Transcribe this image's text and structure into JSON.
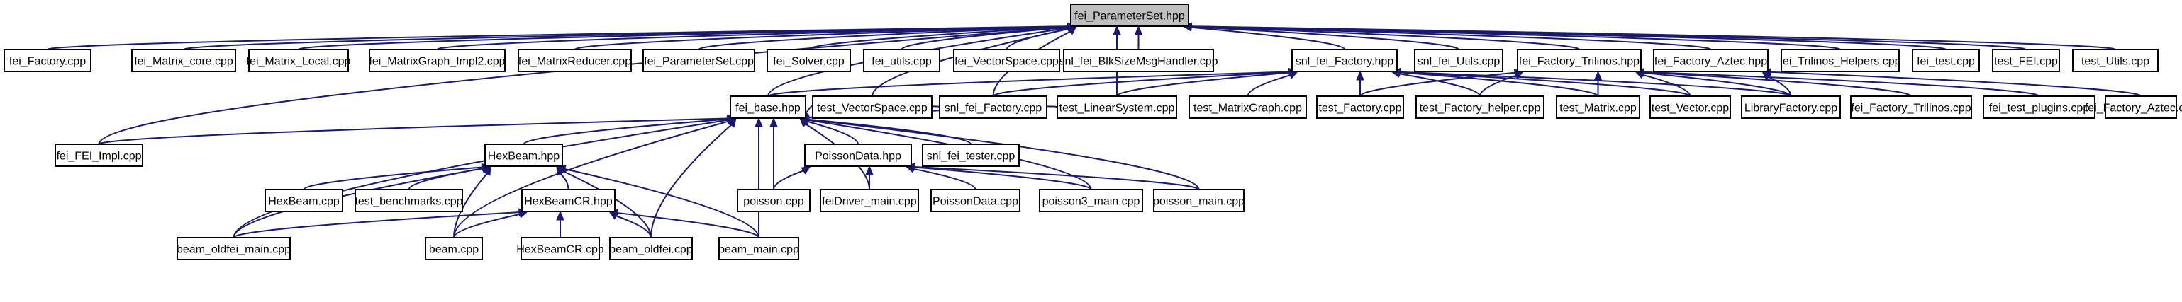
{
  "diagram": {
    "type": "include-dependency-graph",
    "colors": {
      "edge": "#191970",
      "root_fill": "#bfbfbf",
      "node_fill": "#ffffff",
      "node_border": "#000000",
      "text": "#000000"
    },
    "nodes": [
      {
        "id": "root",
        "label": "fei_ParameterSet.hpp",
        "root": true
      },
      {
        "id": "fei_factory_cpp",
        "label": "fei_Factory.cpp"
      },
      {
        "id": "matrix_core",
        "label": "fei_Matrix_core.cpp"
      },
      {
        "id": "matrix_local",
        "label": "fei_Matrix_Local.cpp"
      },
      {
        "id": "matrixgraph_impl2",
        "label": "fei_MatrixGraph_Impl2.cpp"
      },
      {
        "id": "matrixreducer",
        "label": "fei_MatrixReducer.cpp"
      },
      {
        "id": "parameterset_cpp",
        "label": "fei_ParameterSet.cpp"
      },
      {
        "id": "solver",
        "label": "fei_Solver.cpp"
      },
      {
        "id": "utils",
        "label": "fei_utils.cpp"
      },
      {
        "id": "vectorspace",
        "label": "fei_VectorSpace.cpp"
      },
      {
        "id": "blksize",
        "label": "snl_fei_BlkSizeMsgHandler.cpp"
      },
      {
        "id": "snl_factory_hpp",
        "label": "snl_fei_Factory.hpp"
      },
      {
        "id": "snl_utils",
        "label": "snl_fei_Utils.cpp"
      },
      {
        "id": "trilinos_hpp",
        "label": "fei_Factory_Trilinos.hpp"
      },
      {
        "id": "aztec_hpp",
        "label": "fei_Factory_Aztec.hpp"
      },
      {
        "id": "trilinos_helpers",
        "label": "fei_Trilinos_Helpers.cpp"
      },
      {
        "id": "fei_test",
        "label": "fei_test.cpp"
      },
      {
        "id": "test_fei",
        "label": "test_FEI.cpp"
      },
      {
        "id": "test_utils",
        "label": "test_Utils.cpp"
      },
      {
        "id": "fei_base",
        "label": "fei_base.hpp"
      },
      {
        "id": "test_vectorspace",
        "label": "test_VectorSpace.cpp"
      },
      {
        "id": "snl_factory_cpp",
        "label": "snl_fei_Factory.cpp"
      },
      {
        "id": "test_linearsystem",
        "label": "test_LinearSystem.cpp"
      },
      {
        "id": "test_matrixgraph",
        "label": "test_MatrixGraph.cpp"
      },
      {
        "id": "test_factory",
        "label": "test_Factory.cpp"
      },
      {
        "id": "test_factory_helper",
        "label": "test_Factory_helper.cpp"
      },
      {
        "id": "test_matrix",
        "label": "test_Matrix.cpp"
      },
      {
        "id": "test_vector",
        "label": "test_Vector.cpp"
      },
      {
        "id": "libraryfactory",
        "label": "LibraryFactory.cpp"
      },
      {
        "id": "trilinos_cpp",
        "label": "fei_Factory_Trilinos.cpp"
      },
      {
        "id": "test_plugins",
        "label": "fei_test_plugins.cpp"
      },
      {
        "id": "aztec_cpp",
        "label": "fei_Factory_Aztec.cpp"
      },
      {
        "id": "fei_impl",
        "label": "fei_FEI_Impl.cpp"
      },
      {
        "id": "hexbeam_hpp",
        "label": "HexBeam.hpp"
      },
      {
        "id": "poissondata_hpp",
        "label": "PoissonData.hpp"
      },
      {
        "id": "snl_fei_tester",
        "label": "snl_fei_tester.cpp"
      },
      {
        "id": "hexbeam_cpp",
        "label": "HexBeam.cpp"
      },
      {
        "id": "test_benchmarks",
        "label": "test_benchmarks.cpp"
      },
      {
        "id": "poisson",
        "label": "poisson.cpp"
      },
      {
        "id": "feidriver",
        "label": "feiDriver_main.cpp"
      },
      {
        "id": "poissondata_cpp",
        "label": "PoissonData.cpp"
      },
      {
        "id": "poisson3",
        "label": "poisson3_main.cpp"
      },
      {
        "id": "poisson_main",
        "label": "poisson_main.cpp"
      },
      {
        "id": "hexbeamcr_hpp",
        "label": "HexBeamCR.hpp"
      },
      {
        "id": "beam_oldfei_main",
        "label": "beam_oldfei_main.cpp"
      },
      {
        "id": "beam",
        "label": "beam.cpp"
      },
      {
        "id": "hexbeamcr_cpp",
        "label": "HexBeamCR.cpp"
      },
      {
        "id": "beam_oldfei",
        "label": "beam_oldfei.cpp"
      },
      {
        "id": "beam_main",
        "label": "beam_main.cpp"
      }
    ],
    "edges": [
      [
        "fei_factory_cpp",
        "root"
      ],
      [
        "matrix_core",
        "root"
      ],
      [
        "matrix_local",
        "root"
      ],
      [
        "matrixgraph_impl2",
        "root"
      ],
      [
        "matrixreducer",
        "root"
      ],
      [
        "parameterset_cpp",
        "root"
      ],
      [
        "solver",
        "root"
      ],
      [
        "utils",
        "root"
      ],
      [
        "vectorspace",
        "root"
      ],
      [
        "blksize",
        "root"
      ],
      [
        "snl_factory_hpp",
        "root"
      ],
      [
        "snl_utils",
        "root"
      ],
      [
        "trilinos_hpp",
        "root"
      ],
      [
        "aztec_hpp",
        "root"
      ],
      [
        "trilinos_helpers",
        "root"
      ],
      [
        "fei_test",
        "root"
      ],
      [
        "test_fei",
        "root"
      ],
      [
        "test_utils",
        "root"
      ],
      [
        "fei_impl",
        "root"
      ],
      [
        "fei_base",
        "root"
      ],
      [
        "test_vectorspace",
        "root"
      ],
      [
        "snl_factory_cpp",
        "root"
      ],
      [
        "test_linearsystem",
        "root"
      ],
      [
        "fei_base",
        "snl_factory_hpp"
      ],
      [
        "snl_factory_cpp",
        "snl_factory_hpp"
      ],
      [
        "test_linearsystem",
        "snl_factory_hpp"
      ],
      [
        "test_matrixgraph",
        "snl_factory_hpp"
      ],
      [
        "test_factory",
        "snl_factory_hpp"
      ],
      [
        "test_factory_helper",
        "snl_factory_hpp"
      ],
      [
        "test_matrix",
        "snl_factory_hpp"
      ],
      [
        "test_vector",
        "snl_factory_hpp"
      ],
      [
        "libraryfactory",
        "snl_factory_hpp"
      ],
      [
        "test_factory",
        "trilinos_hpp"
      ],
      [
        "test_factory_helper",
        "trilinos_hpp"
      ],
      [
        "test_matrix",
        "trilinos_hpp"
      ],
      [
        "test_vector",
        "trilinos_hpp"
      ],
      [
        "libraryfactory",
        "trilinos_hpp"
      ],
      [
        "trilinos_cpp",
        "trilinos_hpp"
      ],
      [
        "test_plugins",
        "trilinos_hpp"
      ],
      [
        "libraryfactory",
        "aztec_hpp"
      ],
      [
        "aztec_cpp",
        "aztec_hpp"
      ],
      [
        "fei_impl",
        "fei_base"
      ],
      [
        "test_vectorspace",
        "fei_base"
      ],
      [
        "snl_factory_cpp",
        "fei_base"
      ],
      [
        "test_linearsystem",
        "fei_base"
      ],
      [
        "hexbeam_hpp",
        "fei_base"
      ],
      [
        "poissondata_hpp",
        "fei_base"
      ],
      [
        "snl_fei_tester",
        "fei_base"
      ],
      [
        "poisson",
        "fei_base"
      ],
      [
        "feidriver",
        "fei_base"
      ],
      [
        "poisson3",
        "fei_base"
      ],
      [
        "poisson_main",
        "fei_base"
      ],
      [
        "beam_oldfei_main",
        "fei_base"
      ],
      [
        "beam",
        "fei_base"
      ],
      [
        "beam_oldfei",
        "fei_base"
      ],
      [
        "beam_main",
        "fei_base"
      ],
      [
        "hexbeam_cpp",
        "hexbeam_hpp"
      ],
      [
        "test_benchmarks",
        "hexbeam_hpp"
      ],
      [
        "hexbeamcr_hpp",
        "hexbeam_hpp"
      ],
      [
        "beam_oldfei_main",
        "hexbeam_hpp"
      ],
      [
        "beam",
        "hexbeam_hpp"
      ],
      [
        "beam_oldfei",
        "hexbeam_hpp"
      ],
      [
        "beam_main",
        "hexbeam_hpp"
      ],
      [
        "hexbeamcr_cpp",
        "hexbeamcr_hpp"
      ],
      [
        "beam_oldfei_main",
        "hexbeamcr_hpp"
      ],
      [
        "beam",
        "hexbeamcr_hpp"
      ],
      [
        "beam_oldfei",
        "hexbeamcr_hpp"
      ],
      [
        "beam_main",
        "hexbeamcr_hpp"
      ],
      [
        "poisson",
        "poissondata_hpp"
      ],
      [
        "feidriver",
        "poissondata_hpp"
      ],
      [
        "poissondata_cpp",
        "poissondata_hpp"
      ],
      [
        "poisson3",
        "poissondata_hpp"
      ],
      [
        "poisson_main",
        "poissondata_hpp"
      ]
    ]
  }
}
